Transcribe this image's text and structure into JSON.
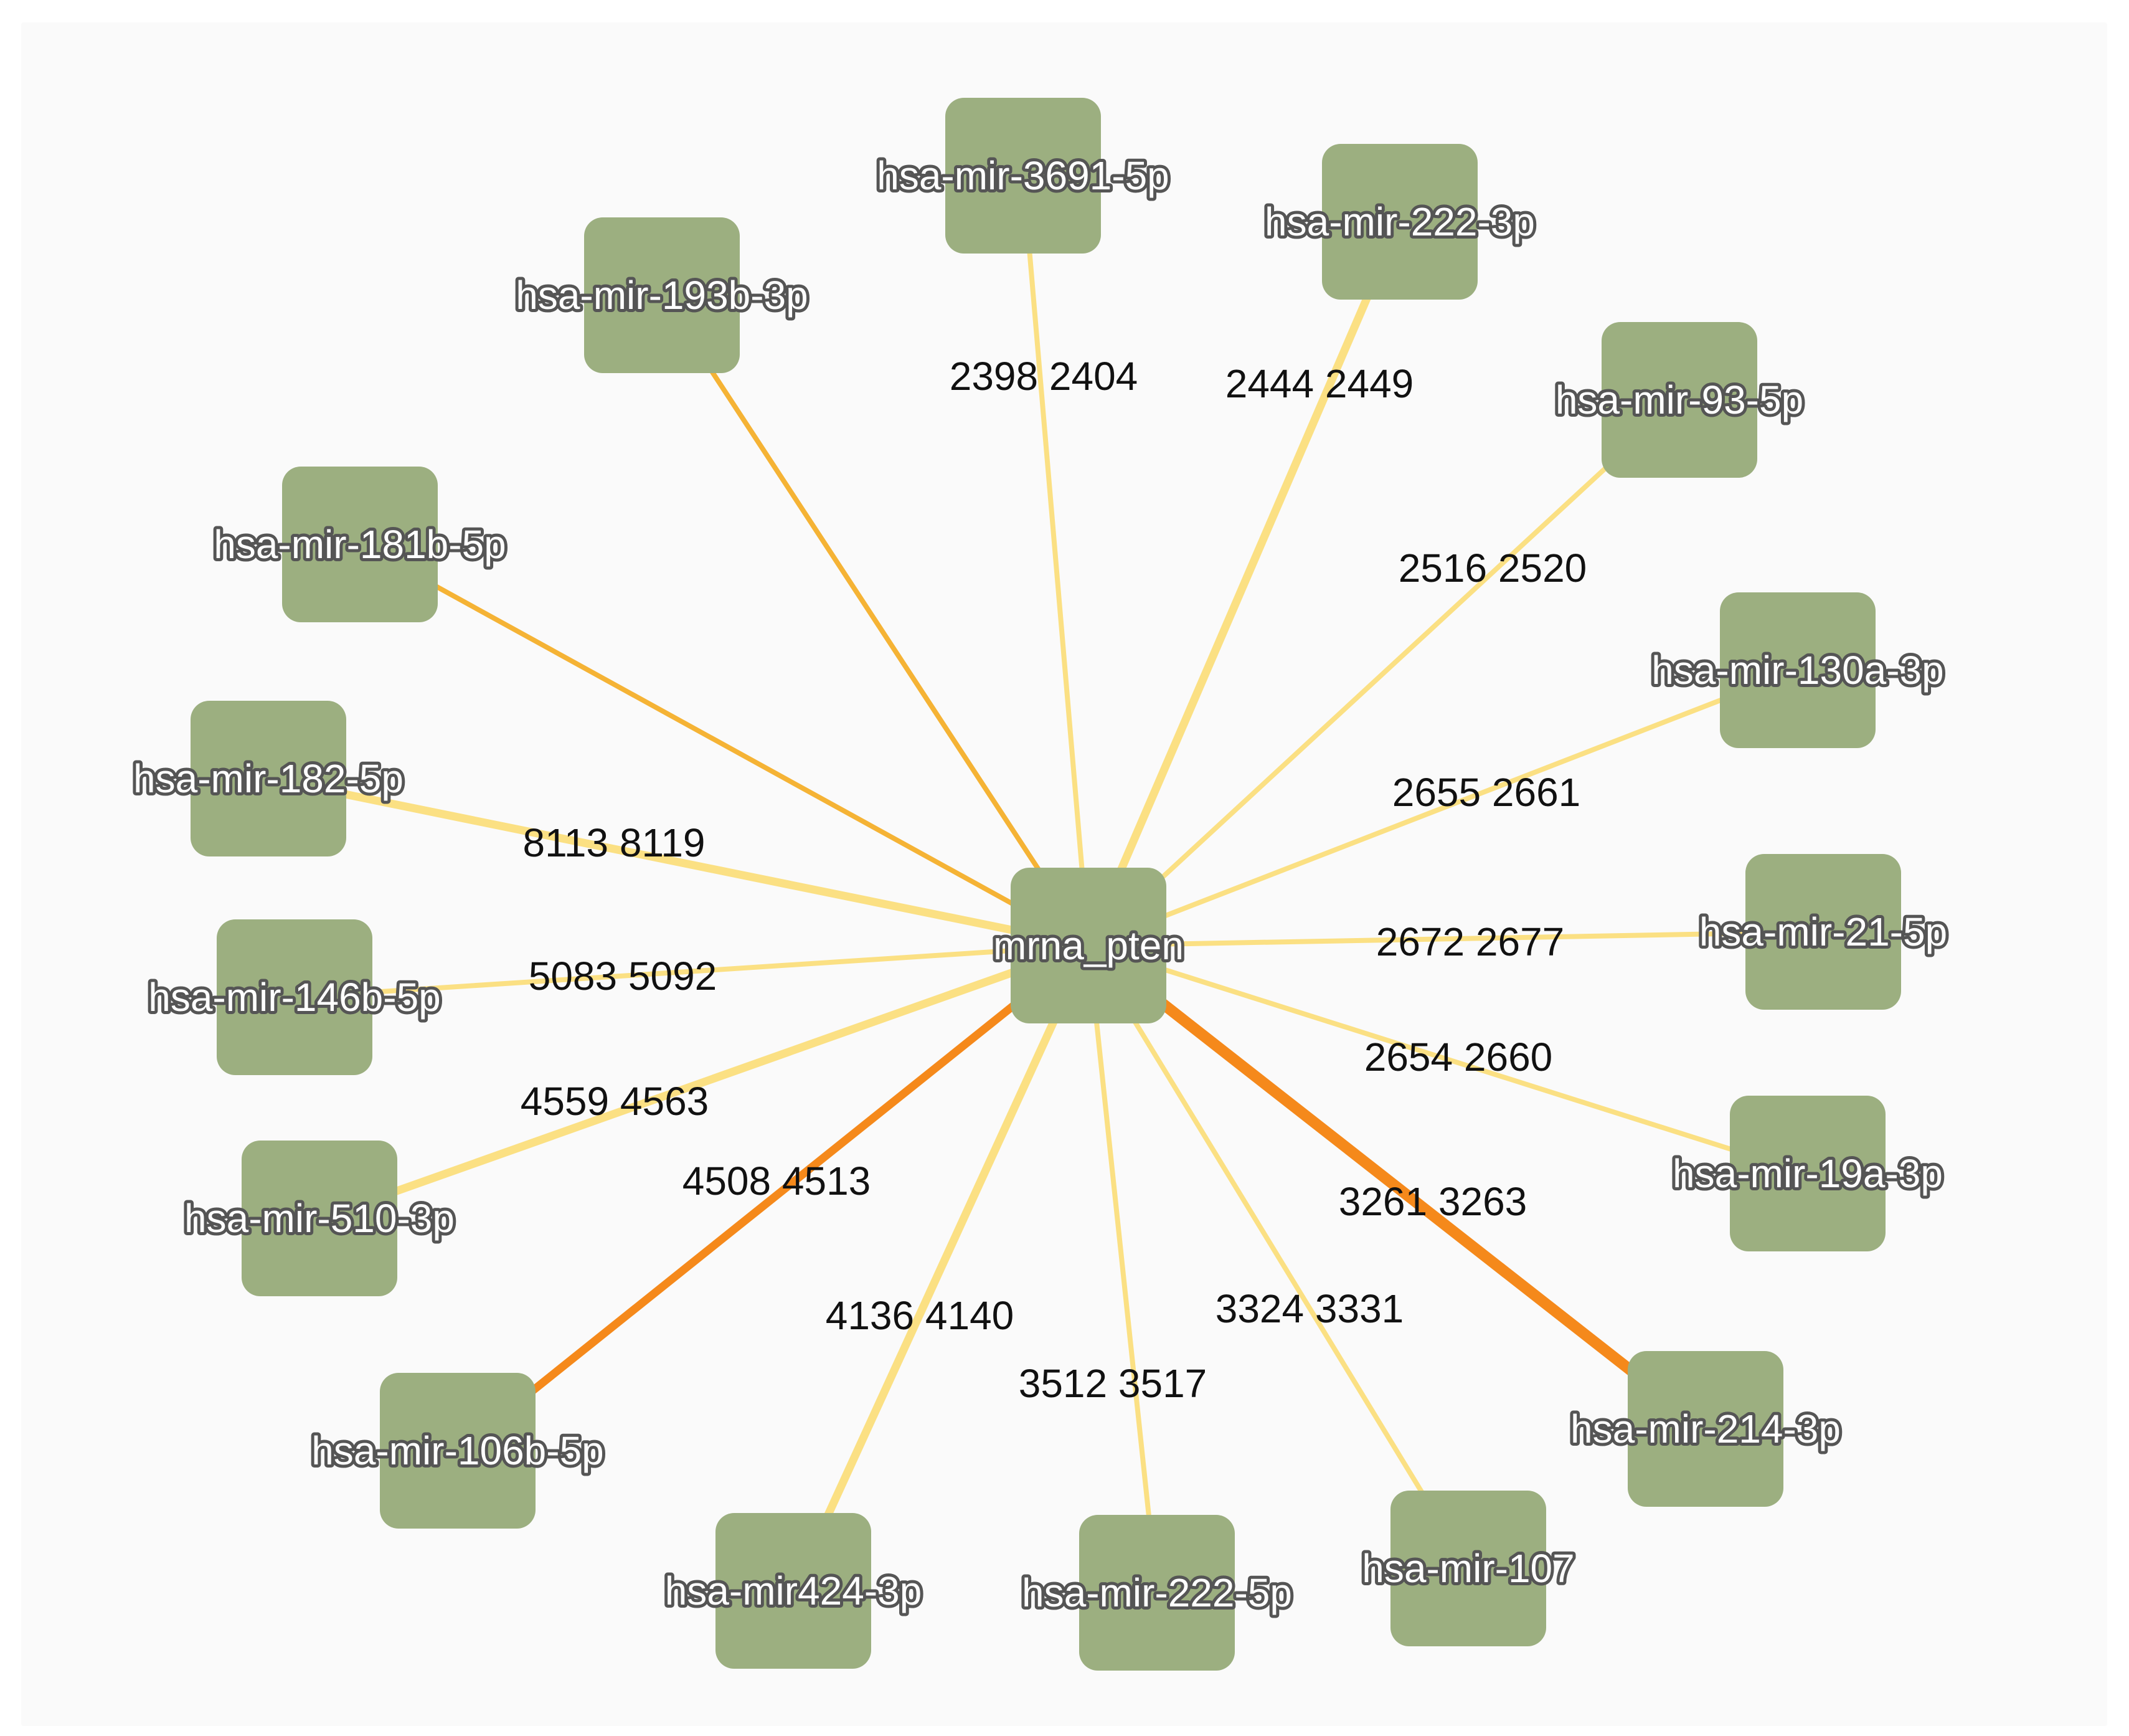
{
  "graph": {
    "center": {
      "id": "mrna_pten",
      "label": "mrna_pten"
    },
    "nodes": [
      {
        "id": "hsa-mir-3691-5p",
        "label": "hsa-mir-3691-5p"
      },
      {
        "id": "hsa-mir-222-3p",
        "label": "hsa-mir-222-3p"
      },
      {
        "id": "hsa-mir-193b-3p",
        "label": "hsa-mir-193b-3p"
      },
      {
        "id": "hsa-mir-93-5p",
        "label": "hsa-mir-93-5p"
      },
      {
        "id": "hsa-mir-181b-5p",
        "label": "hsa-mir-181b-5p"
      },
      {
        "id": "hsa-mir-130a-3p",
        "label": "hsa-mir-130a-3p"
      },
      {
        "id": "hsa-mir-182-5p",
        "label": "hsa-mir-182-5p"
      },
      {
        "id": "hsa-mir-21-5p",
        "label": "hsa-mir-21-5p"
      },
      {
        "id": "hsa-mir-146b-5p",
        "label": "hsa-mir-146b-5p"
      },
      {
        "id": "hsa-mir-19a-3p",
        "label": "hsa-mir-19a-3p"
      },
      {
        "id": "hsa-mir-510-3p",
        "label": "hsa-mir-510-3p"
      },
      {
        "id": "hsa-mir-214-3p",
        "label": "hsa-mir-214-3p"
      },
      {
        "id": "hsa-mir-106b-5p",
        "label": "hsa-mir-106b-5p"
      },
      {
        "id": "hsa-mir-107",
        "label": "hsa-mir-107"
      },
      {
        "id": "hsa-mir424-3p",
        "label": "hsa-mir424-3p"
      },
      {
        "id": "hsa-mir-222-5p",
        "label": "hsa-mir-222-5p"
      }
    ],
    "edges": [
      {
        "target": "hsa-mir-3691-5p",
        "label": "2398 2404",
        "color": "#fbe083",
        "weight": "thin"
      },
      {
        "target": "hsa-mir-222-3p",
        "label": "2444 2449",
        "color": "#fbe083",
        "weight": "medium"
      },
      {
        "target": "hsa-mir-193b-3p",
        "label": "",
        "color": "#f5b335",
        "weight": "thin"
      },
      {
        "target": "hsa-mir-93-5p",
        "label": "2516 2520",
        "color": "#fbe083",
        "weight": "thin"
      },
      {
        "target": "hsa-mir-181b-5p",
        "label": "",
        "color": "#f5b335",
        "weight": "thin"
      },
      {
        "target": "hsa-mir-130a-3p",
        "label": "2655 2661",
        "color": "#fbe083",
        "weight": "thin"
      },
      {
        "target": "hsa-mir-182-5p",
        "label": "8113 8119",
        "color": "#fbe083",
        "weight": "medium"
      },
      {
        "target": "hsa-mir-21-5p",
        "label": "2672 2677",
        "color": "#fbe083",
        "weight": "thin"
      },
      {
        "target": "hsa-mir-146b-5p",
        "label": "5083 5092",
        "color": "#fbe083",
        "weight": "thin"
      },
      {
        "target": "hsa-mir-19a-3p",
        "label": "2654 2660",
        "color": "#fbe083",
        "weight": "thin"
      },
      {
        "target": "hsa-mir-510-3p",
        "label": "4559 4563",
        "color": "#fbe083",
        "weight": "medium"
      },
      {
        "target": "hsa-mir-214-3p",
        "label": "3261 3263",
        "color": "#f5891b",
        "weight": "thick"
      },
      {
        "target": "hsa-mir-106b-5p",
        "label": "4508 4513",
        "color": "#f5891b",
        "weight": "medium"
      },
      {
        "target": "hsa-mir-107",
        "label": "3324 3331",
        "color": "#fbe083",
        "weight": "thin"
      },
      {
        "target": "hsa-mir424-3p",
        "label": "4136 4140",
        "color": "#fbe083",
        "weight": "medium"
      },
      {
        "target": "hsa-mir-222-5p",
        "label": "3512 3517",
        "color": "#fbe083",
        "weight": "thin"
      }
    ]
  }
}
